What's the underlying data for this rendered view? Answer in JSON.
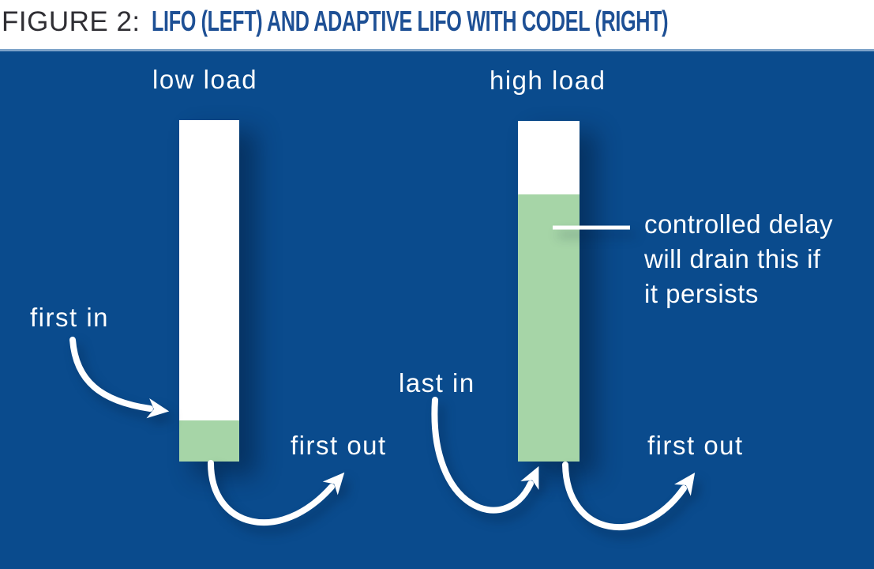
{
  "title": {
    "prefix": "FIGURE 2:",
    "main": "LIFO (LEFT) AND ADAPTIVE LIFO WITH CODEL (RIGHT)"
  },
  "diagram": {
    "left_queue": {
      "label": "low load",
      "annotation_in": "first in",
      "annotation_out": "first out",
      "green_fill_fraction": 0.12
    },
    "right_queue": {
      "label": "high load",
      "annotation_in": "last in",
      "annotation_out": "first out",
      "green_fill_fraction": 0.78,
      "callout": [
        "controlled delay",
        "will drain this if",
        "it persists"
      ]
    }
  },
  "colors": {
    "panel_blue": "#0a4b8d",
    "panel_top_edge": "#7da3c9",
    "queue_white": "#ffffff",
    "queue_green": "#a6d5a7",
    "title_blue": "#1e5095",
    "title_dark": "#2f2e33",
    "label_white": "#ffffff"
  }
}
